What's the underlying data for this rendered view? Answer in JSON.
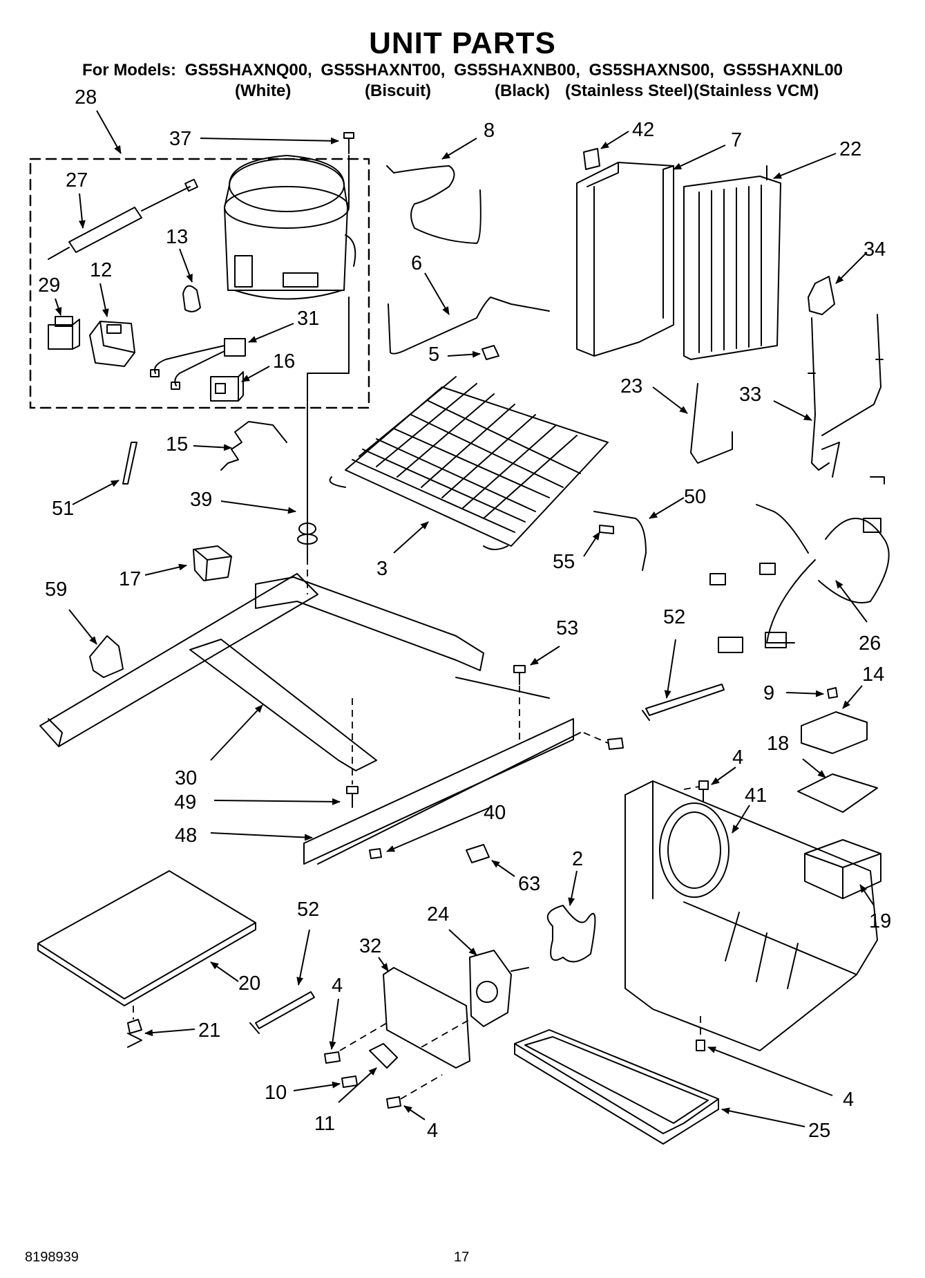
{
  "page": {
    "title": "UNIT PARTS",
    "models_label": "For Models:",
    "models": [
      {
        "model": "GS5SHAXNQ00,",
        "color": "(White)"
      },
      {
        "model": "GS5SHAXNT00,",
        "color": "(Biscuit)"
      },
      {
        "model": "GS5SHAXNB00,",
        "color": "(Black)"
      },
      {
        "model": "GS5SHAXNS00,",
        "color": "(Stainless Steel)"
      },
      {
        "model": "GS5SHAXNL00",
        "color": "(Stainless VCM)"
      }
    ],
    "doc_number": "8198939",
    "page_number": "17"
  },
  "callouts": [
    {
      "id": "c28",
      "label": "28"
    },
    {
      "id": "c37",
      "label": "37"
    },
    {
      "id": "c8",
      "label": "8"
    },
    {
      "id": "c42",
      "label": "42"
    },
    {
      "id": "c7",
      "label": "7"
    },
    {
      "id": "c22",
      "label": "22"
    },
    {
      "id": "c27",
      "label": "27"
    },
    {
      "id": "c13",
      "label": "13"
    },
    {
      "id": "c12",
      "label": "12"
    },
    {
      "id": "c29",
      "label": "29"
    },
    {
      "id": "c6",
      "label": "6"
    },
    {
      "id": "c34",
      "label": "34"
    },
    {
      "id": "c31",
      "label": "31"
    },
    {
      "id": "c16",
      "label": "16"
    },
    {
      "id": "c5",
      "label": "5"
    },
    {
      "id": "c23",
      "label": "23"
    },
    {
      "id": "c33",
      "label": "33"
    },
    {
      "id": "c15",
      "label": "15"
    },
    {
      "id": "c51",
      "label": "51"
    },
    {
      "id": "c39",
      "label": "39"
    },
    {
      "id": "c50",
      "label": "50"
    },
    {
      "id": "c55",
      "label": "55"
    },
    {
      "id": "c17",
      "label": "17"
    },
    {
      "id": "c3",
      "label": "3"
    },
    {
      "id": "c59",
      "label": "59"
    },
    {
      "id": "c52a",
      "label": "52"
    },
    {
      "id": "c53",
      "label": "53"
    },
    {
      "id": "c26",
      "label": "26"
    },
    {
      "id": "c9",
      "label": "9"
    },
    {
      "id": "c14",
      "label": "14"
    },
    {
      "id": "c18",
      "label": "18"
    },
    {
      "id": "c30",
      "label": "30"
    },
    {
      "id": "c4a",
      "label": "4"
    },
    {
      "id": "c41",
      "label": "41"
    },
    {
      "id": "c49",
      "label": "49"
    },
    {
      "id": "c40",
      "label": "40"
    },
    {
      "id": "c48",
      "label": "48"
    },
    {
      "id": "c2",
      "label": "2"
    },
    {
      "id": "c63",
      "label": "63"
    },
    {
      "id": "c19",
      "label": "19"
    },
    {
      "id": "c52b",
      "label": "52"
    },
    {
      "id": "c24",
      "label": "24"
    },
    {
      "id": "c32",
      "label": "32"
    },
    {
      "id": "c20",
      "label": "20"
    },
    {
      "id": "c4b",
      "label": "4"
    },
    {
      "id": "c21",
      "label": "21"
    },
    {
      "id": "c10",
      "label": "10"
    },
    {
      "id": "c11",
      "label": "11"
    },
    {
      "id": "c4c",
      "label": "4"
    },
    {
      "id": "c4d",
      "label": "4"
    },
    {
      "id": "c25",
      "label": "25"
    }
  ],
  "icons": {
    "arrow": "arrow-head-icon"
  },
  "colors": {
    "ink": "#000000",
    "paper": "#ffffff"
  }
}
